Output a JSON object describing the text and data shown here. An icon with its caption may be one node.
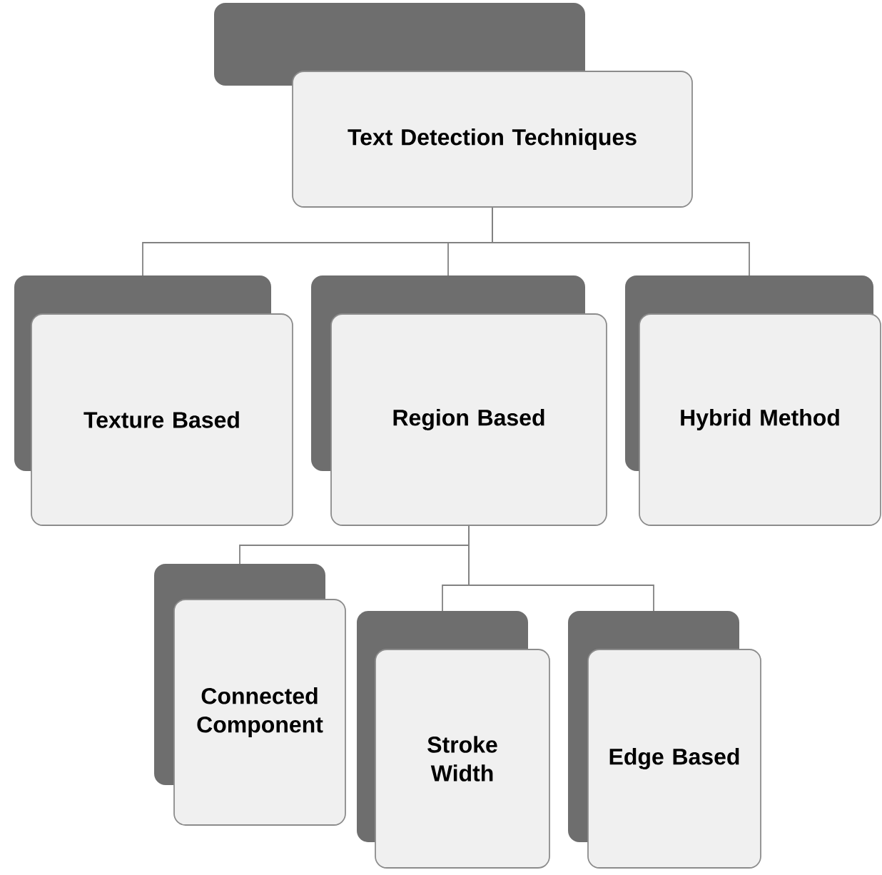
{
  "diagram": {
    "nodes": [
      {
        "text": [
          "Text Detection Techniques"
        ]
      },
      {
        "text": [
          "Texture Based"
        ]
      },
      {
        "text": [
          "Region Based"
        ]
      },
      {
        "text": [
          "Hybrid Method"
        ]
      },
      {
        "text": [
          "Connected Component"
        ]
      },
      {
        "text": [
          "Stroke Width"
        ]
      },
      {
        "text": [
          "Edge Based"
        ]
      }
    ],
    "edges": [
      {
        "from": 0,
        "to": 1,
        "arrow": "none"
      },
      {
        "from": 0,
        "to": 2,
        "arrow": "none"
      },
      {
        "from": 0,
        "to": 3,
        "arrow": "none"
      },
      {
        "from": 2,
        "to": 4,
        "arrow": "none"
      },
      {
        "from": 2,
        "to": 5,
        "arrow": "none"
      },
      {
        "from": 2,
        "to": 6,
        "arrow": "none"
      }
    ]
  }
}
